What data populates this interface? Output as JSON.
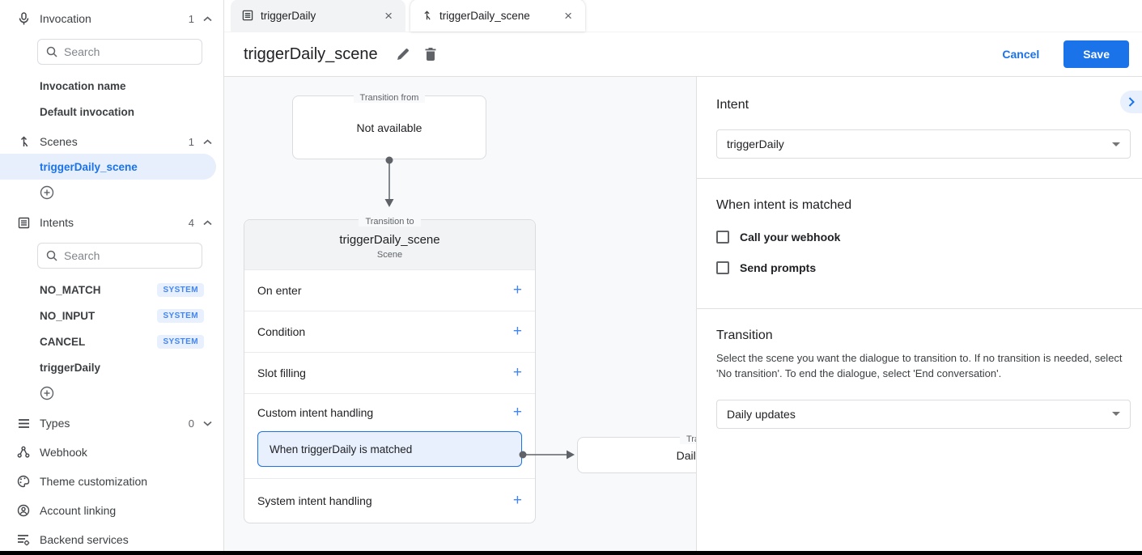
{
  "sidebar": {
    "invocation": {
      "label": "Invocation",
      "count": "1",
      "search_placeholder": "Search",
      "items": [
        {
          "label": "Invocation name"
        },
        {
          "label": "Default invocation"
        }
      ]
    },
    "scenes": {
      "label": "Scenes",
      "count": "1",
      "selected": "triggerDaily_scene"
    },
    "intents": {
      "label": "Intents",
      "count": "4",
      "search_placeholder": "Search",
      "items": [
        {
          "label": "NO_MATCH",
          "badge": "SYSTEM"
        },
        {
          "label": "NO_INPUT",
          "badge": "SYSTEM"
        },
        {
          "label": "CANCEL",
          "badge": "SYSTEM"
        },
        {
          "label": "triggerDaily",
          "badge": ""
        }
      ]
    },
    "types": {
      "label": "Types",
      "count": "0"
    },
    "webhook": {
      "label": "Webhook"
    },
    "theme": {
      "label": "Theme customization"
    },
    "account": {
      "label": "Account linking"
    },
    "backend": {
      "label": "Backend services"
    }
  },
  "tabs": [
    {
      "label": "triggerDaily"
    },
    {
      "label": "triggerDaily_scene"
    }
  ],
  "toolbar": {
    "title": "triggerDaily_scene",
    "cancel_label": "Cancel",
    "save_label": "Save"
  },
  "canvas": {
    "transition_from": {
      "legend": "Transition from",
      "text": "Not available"
    },
    "scene_card": {
      "legend": "Transition to",
      "title": "triggerDaily_scene",
      "subtitle": "Scene",
      "rows": [
        "On enter",
        "Condition",
        "Slot filling",
        "Custom intent handling"
      ],
      "custom_item": "When triggerDaily is matched",
      "system_row": "System intent handling"
    },
    "target_card": {
      "legend": "Transition to",
      "title": "Daily updates"
    }
  },
  "panel": {
    "intent": {
      "heading": "Intent",
      "value": "triggerDaily"
    },
    "when": {
      "heading": "When intent is matched",
      "checkboxes": [
        "Call your webhook",
        "Send prompts"
      ]
    },
    "transition": {
      "heading": "Transition",
      "description": "Select the scene you want the dialogue to transition to. If no transition is needed, select 'No transition'. To end the dialogue, select 'End conversation'.",
      "value": "Daily updates"
    }
  },
  "colors": {
    "accent": "#1a73e8",
    "selected_bg": "#e8f0fe",
    "badge_bg": "#e8f0fe",
    "badge_text": "#4285f4",
    "canvas_bg": "#f8f9fa"
  }
}
